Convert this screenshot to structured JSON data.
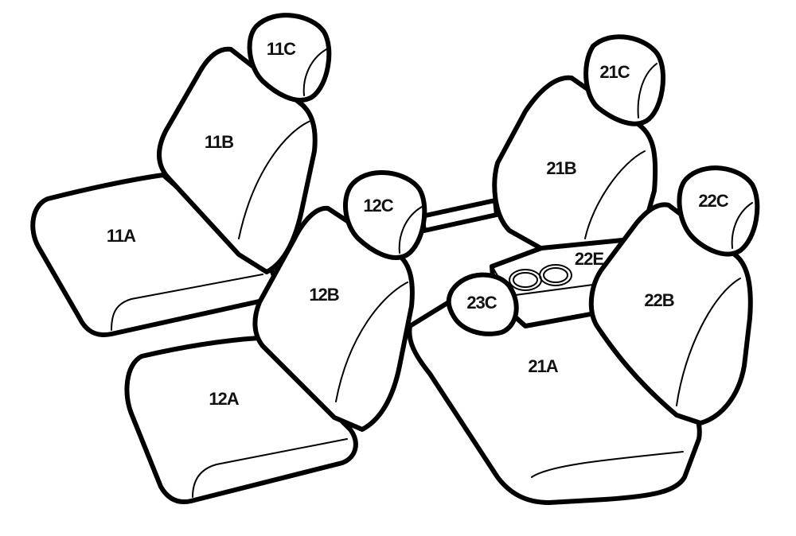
{
  "labels": {
    "s11a": "11A",
    "s11b": "11B",
    "s11c": "11C",
    "s12a": "12A",
    "s12b": "12B",
    "s12c": "12C",
    "s21a": "21A",
    "s21b": "21B",
    "s21c": "21C",
    "s22b": "22B",
    "s22c": "22C",
    "s22e": "22E",
    "s23c": "23C"
  },
  "colors": {
    "outline": "#000000",
    "fill": "#ffffff",
    "text": "#111111"
  }
}
